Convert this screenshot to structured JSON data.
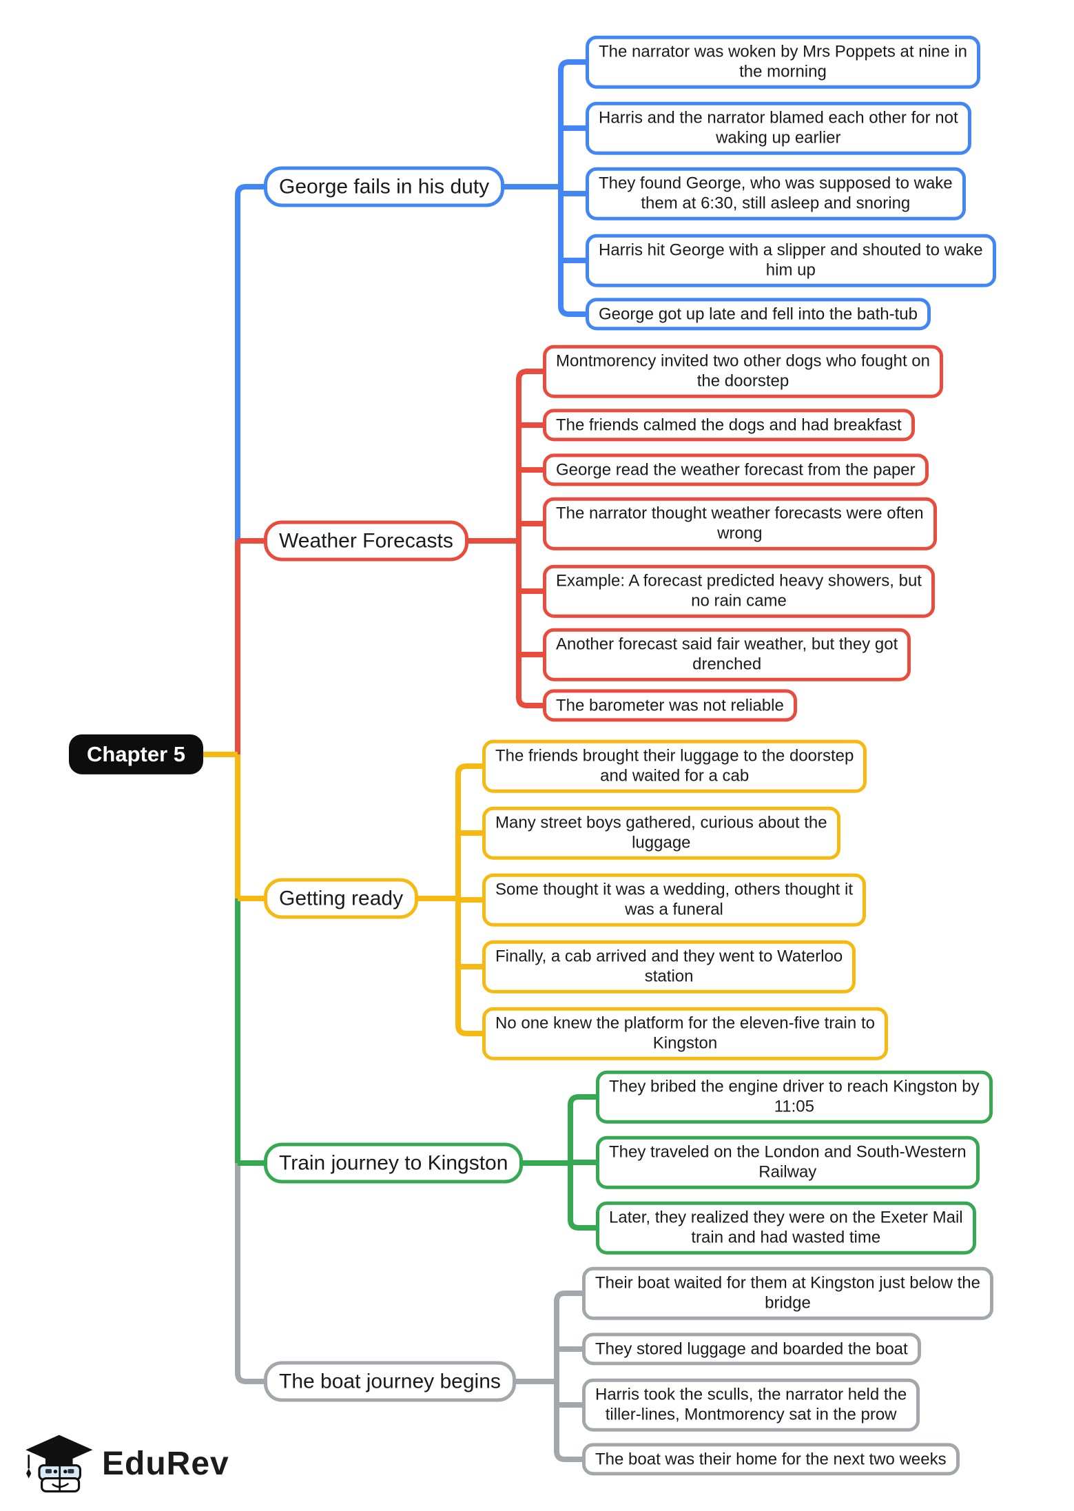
{
  "root": {
    "label": "Chapter 5"
  },
  "branches": [
    {
      "id": "george-fails",
      "label": "George fails in his duty",
      "color": "#4285F4",
      "children": [
        "The narrator was woken by Mrs Poppets at nine in\nthe morning",
        "Harris and the narrator blamed each other for not\nwaking up earlier",
        "They found George, who was supposed to wake\nthem at 6:30, still asleep and snoring",
        "Harris hit George with a slipper and shouted to wake\nhim up",
        "George got up late and fell into the bath-tub"
      ]
    },
    {
      "id": "weather-forecasts",
      "label": "Weather Forecasts",
      "color": "#E94B3C",
      "children": [
        "Montmorency invited two other dogs who fought on\nthe doorstep",
        "The friends calmed the dogs and had breakfast",
        "George read the weather forecast from the paper",
        "The narrator thought weather forecasts were often\nwrong",
        "Example: A forecast predicted heavy showers, but\nno rain came",
        "Another forecast said fair weather, but they got\ndrenched",
        "The barometer was not reliable"
      ]
    },
    {
      "id": "getting-ready",
      "label": "Getting ready",
      "color": "#F6B912",
      "children": [
        "The friends brought their luggage to the doorstep\nand waited for a cab",
        "Many street boys gathered, curious about the\nluggage",
        "Some thought it was a wedding, others thought it\nwas a funeral",
        "Finally, a cab arrived and they went to Waterloo\nstation",
        "No one knew the platform for the eleven-five train to\nKingston"
      ]
    },
    {
      "id": "train-journey",
      "label": "Train journey to Kingston",
      "color": "#36A852",
      "children": [
        "They bribed the engine driver to reach Kingston by\n11:05",
        "They traveled on the London and South-Western\nRailway",
        "Later, they realized they were on the Exeter Mail\ntrain and had wasted time"
      ]
    },
    {
      "id": "boat-journey",
      "label": "The boat journey begins",
      "color": "#A3A7AB",
      "children": [
        "Their boat waited for them at Kingston just below the\nbridge",
        "They stored luggage and boarded the boat",
        "Harris took the sculls, the narrator held the\ntiller-lines, Montmorency sat in the prow",
        "The boat was their home for the next two weeks"
      ]
    }
  ],
  "footer": {
    "brand": "EduRev"
  },
  "colors": {
    "node_background": "#ffffff",
    "node_text": "#1a1a1a",
    "root_background": "#0d0d0d",
    "root_text": "#ffffff"
  }
}
